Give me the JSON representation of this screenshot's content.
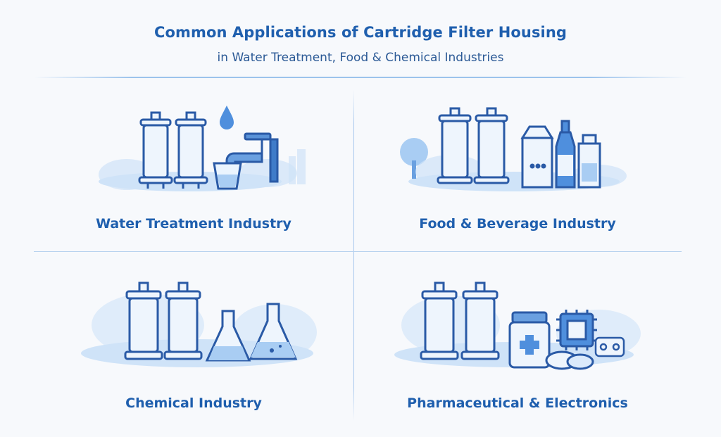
{
  "header": {
    "title": "Common Applications of Cartridge Filter Housing",
    "subtitle": "in Water Treatment, Food & Chemical Industries"
  },
  "panels": [
    {
      "label": "Water Treatment Industry"
    },
    {
      "label": "Food & Beverage Industry"
    },
    {
      "label": "Chemical Industry"
    },
    {
      "label": "Pharmaceutical & Electronics"
    }
  ],
  "colors": {
    "title": "#1f5fae",
    "icon_stroke": "#2a5aa6",
    "icon_fill": "#eef5fd",
    "splash": "#c9e0f7",
    "accent": "#4f8fdd"
  }
}
